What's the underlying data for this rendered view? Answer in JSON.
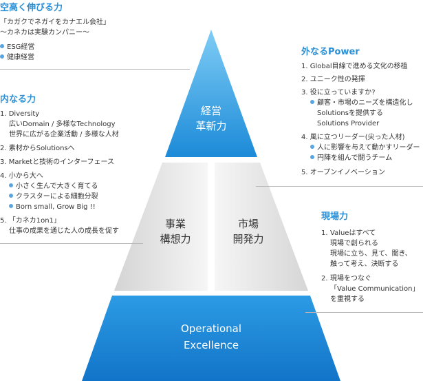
{
  "top_left": {
    "title": "空高く伸びる力",
    "lines": [
      "「カガクでネガイをカナエル会社」",
      "〜カネカは実験カンパニー〜"
    ],
    "bullets": [
      "ESG経営",
      "健康経営"
    ]
  },
  "inner": {
    "title": "内なる力",
    "items": [
      {
        "num": "1.",
        "text": "Diversity",
        "sub": [
          "広いDomain / 多様なTechnology",
          "世界に広がる企業活動 / 多様な人材"
        ]
      },
      {
        "num": "2.",
        "text": "素材からSolutionsへ"
      },
      {
        "num": "3.",
        "text": "Marketと技術のインターフェース"
      },
      {
        "num": "4.",
        "text": "小から大へ",
        "bullets": [
          "小さく生んで大きく育てる",
          "クラスターによる細胞分裂",
          "Born small, Grow Big !!"
        ]
      },
      {
        "num": "5.",
        "text": "「カネカ1on1」",
        "sub": [
          "仕事の成果を通じた人の成長を促す"
        ]
      }
    ]
  },
  "outer": {
    "title": "外なるPower",
    "items": [
      {
        "num": "1.",
        "text": "Global目線で進める文化の移植"
      },
      {
        "num": "2.",
        "text": "ユニーク性の発揮"
      },
      {
        "num": "3.",
        "text": "役に立っていますか?",
        "bullets": [
          "顧客・市場のニーズを構造化し"
        ],
        "bullet_cont": [
          "Solutionsを提供する",
          "Solutions Provider"
        ]
      },
      {
        "num": "4.",
        "text": "風に立つリーダー(尖った人材)",
        "bullets": [
          "人に影響を与えて動かすリーダー",
          "円陣を組んで闘うチーム"
        ]
      },
      {
        "num": "5.",
        "text": "オープンイノベーション"
      }
    ]
  },
  "genba": {
    "title": "現場力",
    "items": [
      {
        "num": "1.",
        "lines": [
          "Valueはすべて",
          "現場で創られる",
          "現場に立ち、見て、聞き、",
          "触って考え、決断する"
        ]
      },
      {
        "num": "2.",
        "lines": [
          "現場をつなぐ",
          "「Value Communication」",
          "を重視する"
        ]
      }
    ]
  },
  "pyramid": {
    "top": [
      "経営",
      "革新力"
    ],
    "mid_left": [
      "事業",
      "構想力"
    ],
    "mid_right": [
      "市場",
      "開発力"
    ],
    "bottom": [
      "Operational",
      "Excellence"
    ]
  },
  "colors": {
    "heading": "#2b8fd6",
    "pyramid_blue_light": "#6cc0f2",
    "pyramid_blue_dark": "#1583d6",
    "pyramid_gray_light": "#f4f4f4",
    "pyramid_gray_dark": "#d8d8d8",
    "bullet": "#5aa5e0",
    "rule": "#b8b8b8"
  }
}
